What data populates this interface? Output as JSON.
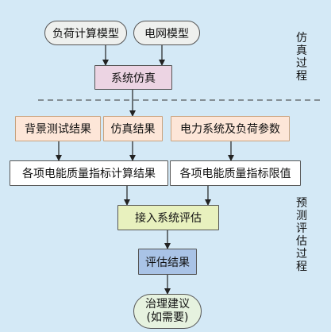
{
  "nodes": {
    "load_model": "负荷计算模型",
    "grid_model": "电网模型",
    "system_sim": "系统仿真",
    "bg_test": "背景测试结果",
    "sim_result": "仿真结果",
    "power_params": "电力系统及负荷参数",
    "calc_result": "各项电能质量指标计算结果",
    "limit_value": "各项电能质量指标限值",
    "access_eval": "接入系统评估",
    "eval_result": "评估结果",
    "advice_line1": "治理建议",
    "advice_line2": "(如需要)"
  },
  "side_labels": {
    "sim_process": "仿真过程",
    "predict_process": "预测评估过程"
  },
  "colors": {
    "background": "#d4e9f6",
    "pink": "#ecd4e3",
    "peach": "#fde6d8",
    "lime": "#e8f1be",
    "blue": "#a9c3e6",
    "mint": "#e6f2df"
  }
}
